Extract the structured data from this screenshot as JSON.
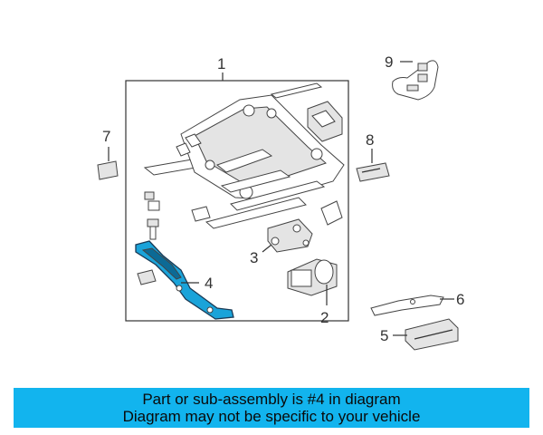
{
  "callouts": {
    "c1": "1",
    "c2": "2",
    "c3": "3",
    "c4": "4",
    "c5": "5",
    "c6": "6",
    "c7": "7",
    "c8": "8",
    "c9": "9"
  },
  "banner": {
    "line1": "Part or sub-assembly is #4 in diagram",
    "line2": "Diagram may not be specific to your vehicle"
  },
  "colors": {
    "highlight": "#1aa3d9",
    "banner_bg": "#12b4ee"
  }
}
